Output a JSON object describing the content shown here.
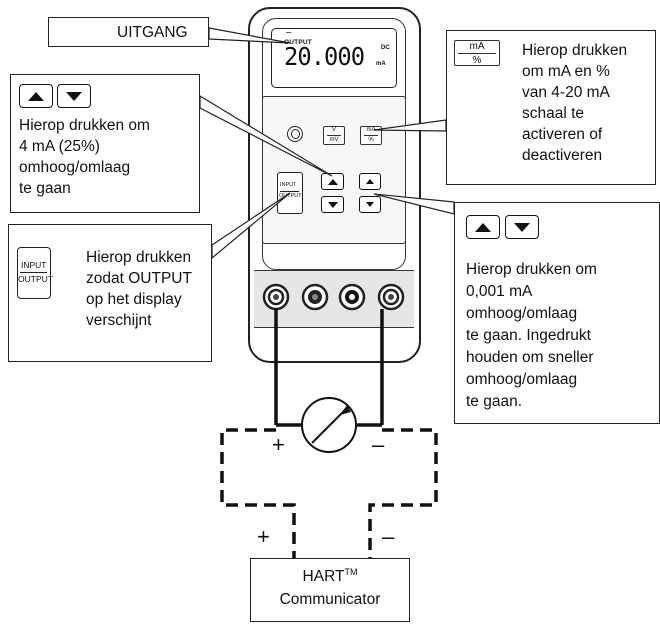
{
  "display": {
    "indicator": "OUTPUT",
    "reading": "20.000",
    "unit": "mA",
    "mode": "DC",
    "dash": "–"
  },
  "device_buttons": {
    "v_mv": {
      "num": "V",
      "den": "mV"
    },
    "ma_pct": {
      "num": "mA",
      "den": "%"
    },
    "input_output": {
      "top": "INPUT",
      "bottom": "OUTPUT"
    }
  },
  "callouts": {
    "uitgang": "UITGANG",
    "step_4ma": [
      "Hierop drukken om",
      "4 mA (25%)",
      "omhoog/omlaag",
      "te gaan"
    ],
    "input_output": [
      "Hierop drukken",
      "zodat OUTPUT",
      "op het display",
      "verschijnt"
    ],
    "input_output_key": {
      "top": "INPUT",
      "bottom": "OUTPUT"
    },
    "ma_pct": [
      "Hierop drukken",
      "om mA en %",
      "van 4-20 mA",
      "schaal te",
      "activeren of",
      "deactiveren"
    ],
    "ma_pct_key": {
      "num": "mA",
      "den": "%"
    },
    "step_0001": [
      "Hierop drukken om",
      "0,001 mA",
      "omhoog/omlaag",
      "te gaan. Ingedrukt",
      "houden om sneller",
      "omhoog/omlaag",
      "te gaan."
    ]
  },
  "wiring": {
    "plus_loop": "+",
    "minus_loop": "–",
    "plus_hart": "+",
    "minus_hart": "–"
  },
  "hart": {
    "name": "HART",
    "tm": "TM",
    "line2": "Communicator"
  }
}
